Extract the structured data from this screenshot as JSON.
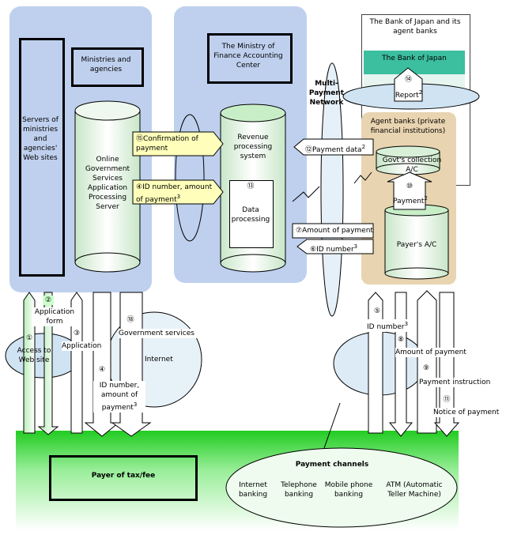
{
  "panels": {
    "servers": "Servers of ministries and agencies' Web sites",
    "ministries": "Ministries and agencies",
    "online_server": "Online Government Services Application Processing Server",
    "mof": "The Ministry of Finance Accounting Center",
    "revenue": "Revenue processing system",
    "data_processing": "Data processing",
    "boj_title": "The Bank of Japan and its agent banks",
    "boj": "The Bank of Japan",
    "report": "Report",
    "agent_banks": "Agent banks (private financial institutions)",
    "govt_collection": "Govt's collection A/C",
    "payment2": "Payment",
    "payer_ac": "Payer's A/C",
    "multi_payment": "Multi-Payment Network",
    "internet": "Internet",
    "payer": "Payer of tax/fee",
    "channels_title": "Payment channels",
    "channel_internet": "Internet banking",
    "channel_telephone": "Telephone banking",
    "channel_mobile": "Mobile phone banking",
    "channel_atm": "ATM (Automatic Teller Machine)"
  },
  "steps": {
    "s1": "Access to Web site",
    "s2": "Application form",
    "s3": "Application",
    "s4a": "ID number, amount of payment",
    "s4b": "ID number, amount of payment",
    "s5": "ID number",
    "s6": "ID number",
    "s7": "Amount of payment",
    "s8": "Amount of payment",
    "s9": "Payment instruction",
    "s10": "Payment",
    "s11": "Notice of payment",
    "s12": "Payment data",
    "s13": "Data processing",
    "s14": "Report",
    "s15": "Confirmation of payment",
    "s18": "Government services"
  },
  "numbers": {
    "n1": "①",
    "n2": "②",
    "n3": "③",
    "n4": "④",
    "n5": "⑤",
    "n6": "⑥",
    "n7": "⑦",
    "n8": "⑧",
    "n9": "⑨",
    "n10": "⑩",
    "n11": "⑪",
    "n12": "⑫",
    "n13": "⑬",
    "n14": "⑭",
    "n15": "⑮",
    "n18": "⑱",
    "sup2": "2",
    "sup3": "3"
  },
  "colors": {
    "blue_panel": "#bfd0ee",
    "tan_panel": "#e8d4b0",
    "green_band": "#22cc22",
    "yellow_callout": "#ffffbb",
    "teal_band": "#33bb99",
    "cylinder_green": "#dff0df"
  }
}
